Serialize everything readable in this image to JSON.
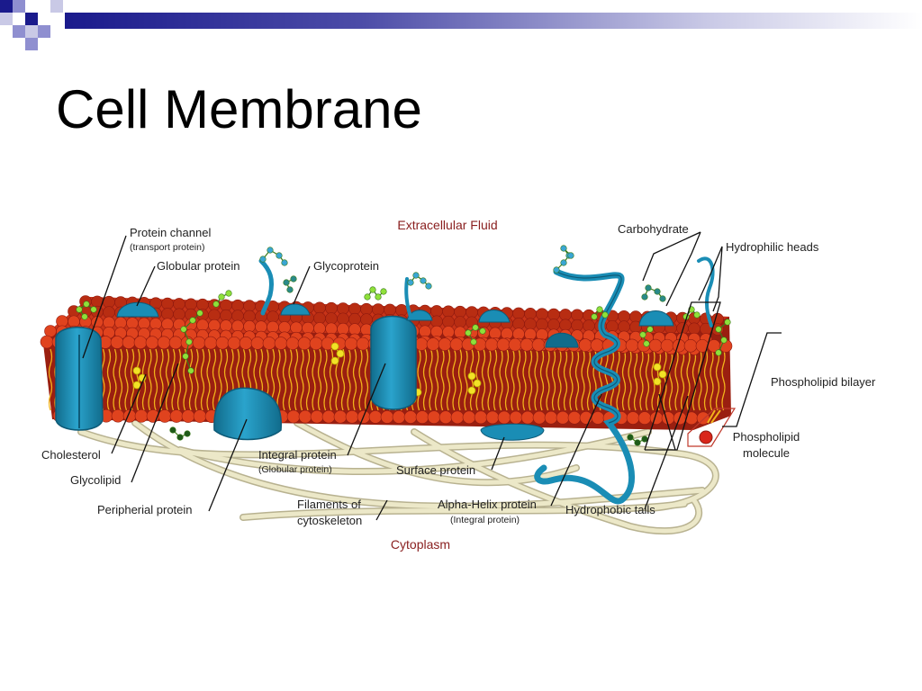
{
  "slide": {
    "title": "Cell Membrane",
    "accent_colors": {
      "navy": "#1a1a8c",
      "periwinkle": "#8f8fd0",
      "light": "#c9c9e6"
    }
  },
  "diagram": {
    "regions": {
      "top": "Extracellular Fluid",
      "bottom": "Cytoplasm"
    },
    "labels": {
      "protein_channel": {
        "main": "Protein channel",
        "sub": "(transport protein)"
      },
      "globular_protein": {
        "main": "Globular protein"
      },
      "glycoprotein": {
        "main": "Glycoprotein"
      },
      "carbohydrate": {
        "main": "Carbohydrate"
      },
      "hydrophilic_heads": {
        "main": "Hydrophilic heads"
      },
      "phospholipid_bilayer": {
        "main": "Phospholipid bilayer"
      },
      "phospholipid_molecule": {
        "line1": "Phospholipid",
        "line2": "molecule"
      },
      "cholesterol": {
        "main": "Cholesterol"
      },
      "glycolipid": {
        "main": "Glycolipid"
      },
      "peripheral_protein": {
        "main": "Peripherial protein"
      },
      "integral_protein": {
        "main": "Integral protein",
        "sub": "(Globular protein)"
      },
      "surface_protein": {
        "main": "Surface protein"
      },
      "filaments": {
        "line1": "Filaments of",
        "line2": "cytoskeleton"
      },
      "alpha_helix": {
        "main": "Alpha-Helix protein",
        "sub": "(Integral protein)"
      },
      "hydrophobic_tails": {
        "main": "Hydrophobic tails"
      }
    },
    "colors": {
      "heads": "#e0431e",
      "head_shadow": "#b82d12",
      "tails": "#f2b21b",
      "interior": "#9a1f10",
      "protein": "#1a8db5",
      "protein_dark": "#116c8c",
      "sugar": "#8fe03a",
      "cholesterol": "#f2e227",
      "filament": "#ece8c8",
      "filament_edge": "#b8b290",
      "leader": "#111111"
    }
  }
}
